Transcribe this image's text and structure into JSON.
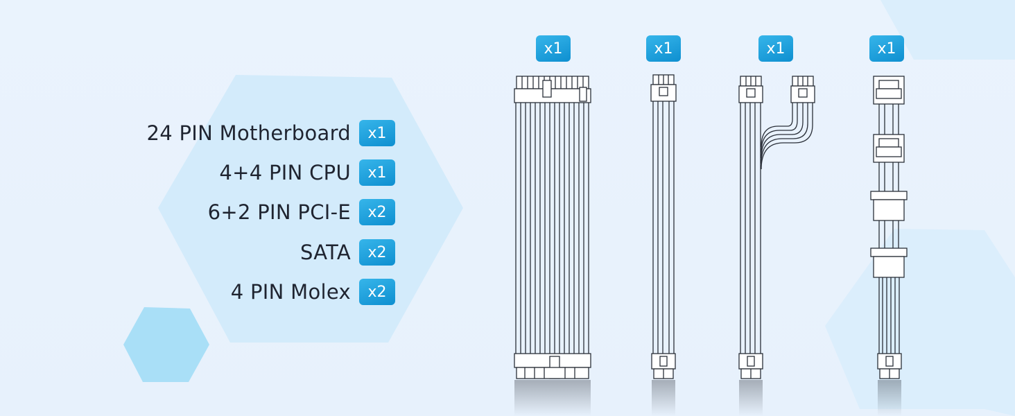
{
  "colors": {
    "badge_gradient_start": "#36b5ea",
    "badge_gradient_end": "#0e8fd0",
    "hexagon_light": "#d3ebfb",
    "hexagon_small": "#a9dff7",
    "cable_stroke": "#2a2f38",
    "text": "#1f2430"
  },
  "cable_list": [
    {
      "label": "24 PIN Motherboard",
      "qty": "x1"
    },
    {
      "label": "4+4 PIN CPU",
      "qty": "x1"
    },
    {
      "label": "6+2 PIN PCI-E",
      "qty": "x2"
    },
    {
      "label": "SATA",
      "qty": "x2"
    },
    {
      "label": "4 PIN Molex",
      "qty": "x2"
    }
  ],
  "cable_badges": [
    {
      "qty": "x1",
      "icon": "24-pin-cable-icon"
    },
    {
      "qty": "x1",
      "icon": "cpu-8pin-cable-icon"
    },
    {
      "qty": "x1",
      "icon": "pcie-split-cable-icon"
    },
    {
      "qty": "x1",
      "icon": "molex-sata-cable-icon"
    }
  ]
}
